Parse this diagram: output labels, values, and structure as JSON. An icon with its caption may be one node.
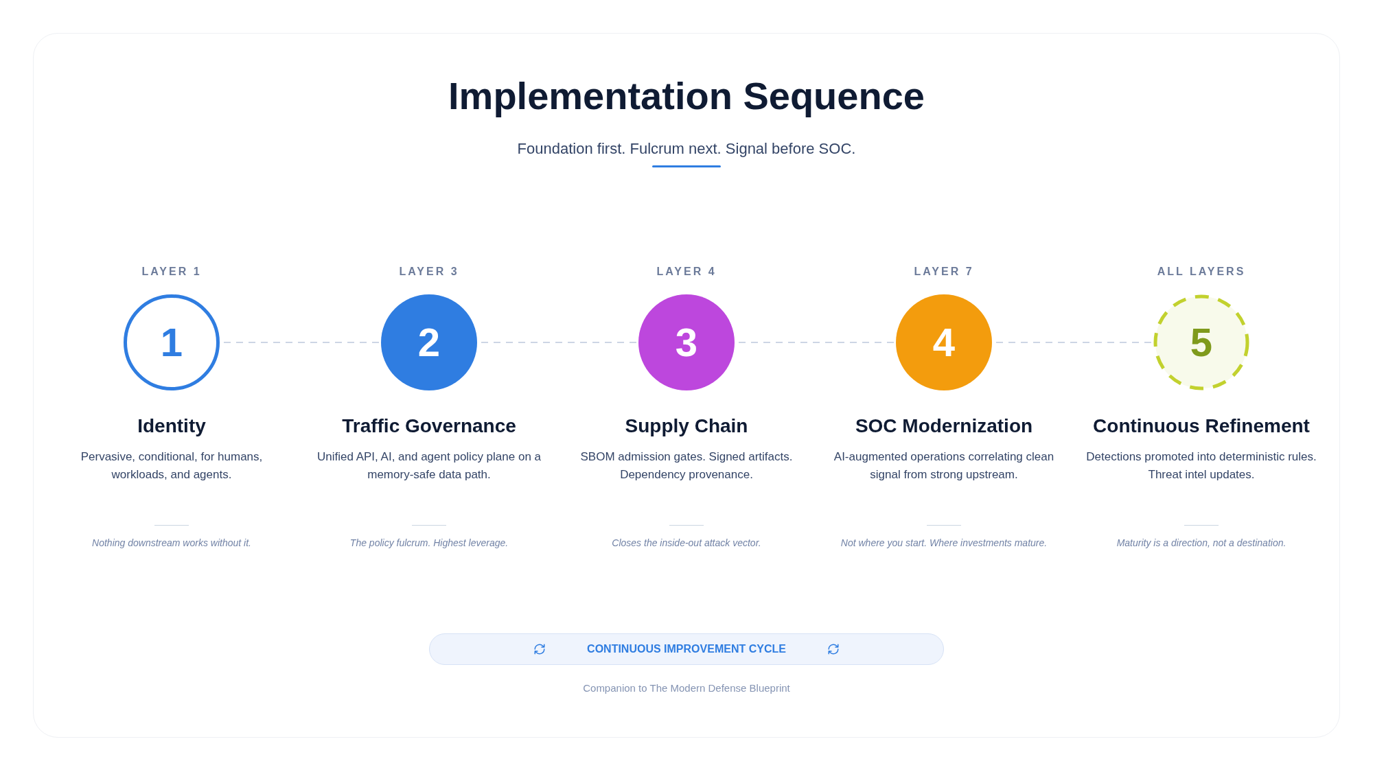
{
  "diagram": {
    "title": "Implementation Sequence",
    "nodes": [
      {
        "text": [
          "1"
        ],
        "beside": [
          "LAYER 1",
          "Identity",
          "Pervasive, conditional, for humans, workloads, and agents."
        ]
      },
      {
        "text": [
          "2"
        ],
        "beside": [
          "LAYER 3",
          "Traffic Governance",
          "Unified API, AI, and agent policy plane on a memory-safe data path."
        ]
      },
      {
        "text": [
          "3"
        ],
        "beside": [
          "LAYER 4",
          "Supply Chain",
          "SBOM admission gates. Signed artifacts. Dependency provenance."
        ]
      },
      {
        "text": [
          "4"
        ],
        "beside": [
          "LAYER 7",
          "SOC Modernization",
          "AI-augmented operations correlating clean signal from strong upstream."
        ]
      },
      {
        "text": [
          "5"
        ],
        "beside": [
          "ALL LAYERS",
          "Continuous Refinement",
          "Detections promoted into deterministic rules. Threat intel updates."
        ]
      },
      {
        "text": [
          "CONTINUOUS IMPROVEMENT CYCLE"
        ]
      }
    ],
    "edges": [
      {
        "from": 0,
        "to": 1,
        "arrow": "none",
        "style": "dashed"
      },
      {
        "from": 1,
        "to": 2,
        "arrow": "none",
        "style": "dashed"
      },
      {
        "from": 2,
        "to": 3,
        "arrow": "none",
        "style": "dashed"
      },
      {
        "from": 3,
        "to": 4,
        "arrow": "none",
        "style": "dashed"
      }
    ],
    "labels": [
      "Foundation first. Fulcrum next. Signal before SOC.",
      "Nothing downstream works without it.",
      "The policy fulcrum. Highest leverage.",
      "Closes the inside-out attack vector.",
      "Not where you start. Where investments mature.",
      "Maturity is a direction, not a destination."
    ],
    "caption": "Companion to The Modern Defense Blueprint"
  }
}
